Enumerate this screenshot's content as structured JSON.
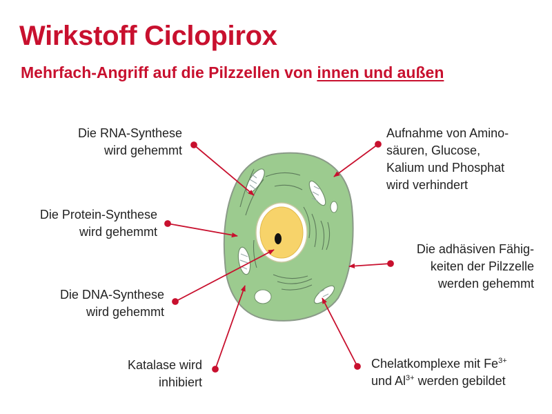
{
  "title": "Wirkstoff Ciclopirox",
  "subtitle": {
    "plain": "Mehrfach-Angriff auf die Pilzzellen von ",
    "underlined": "innen und außen"
  },
  "labels": {
    "rna": {
      "line1": "Die RNA-Synthese",
      "line2": "wird gehemmt"
    },
    "protein": {
      "line1": "Die Protein-Synthese",
      "line2": "wird gehemmt"
    },
    "dna": {
      "line1": "Die DNA-Synthese",
      "line2": "wird gehemmt"
    },
    "katalase": {
      "line1": "Katalase wird",
      "line2": "inhibiert"
    },
    "aufnahme": {
      "line1": "Aufnahme von Amino-",
      "line2": "säuren, Glucose,",
      "line3": "Kalium und Phosphat",
      "line4": "wird verhindert"
    },
    "adhaesion": {
      "line1": "Die adhäsiven Fähig-",
      "line2": "keiten der Pilzzelle",
      "line3": "werden gehemmt"
    },
    "chelat": {
      "line1_a": "Chelatkomplexe mit Fe",
      "line1_sup": "3+",
      "line2_a": "und Al",
      "line2_sup": "3+",
      "line2_b": " werden gebildet"
    }
  },
  "colors": {
    "accent": "#c8102e",
    "cell_fill": "#9ccb8f",
    "cell_stroke": "#8a9a88",
    "nucleus_fill": "#f7d36a",
    "nucleus_ring": "#ffffff",
    "text": "#222222"
  }
}
